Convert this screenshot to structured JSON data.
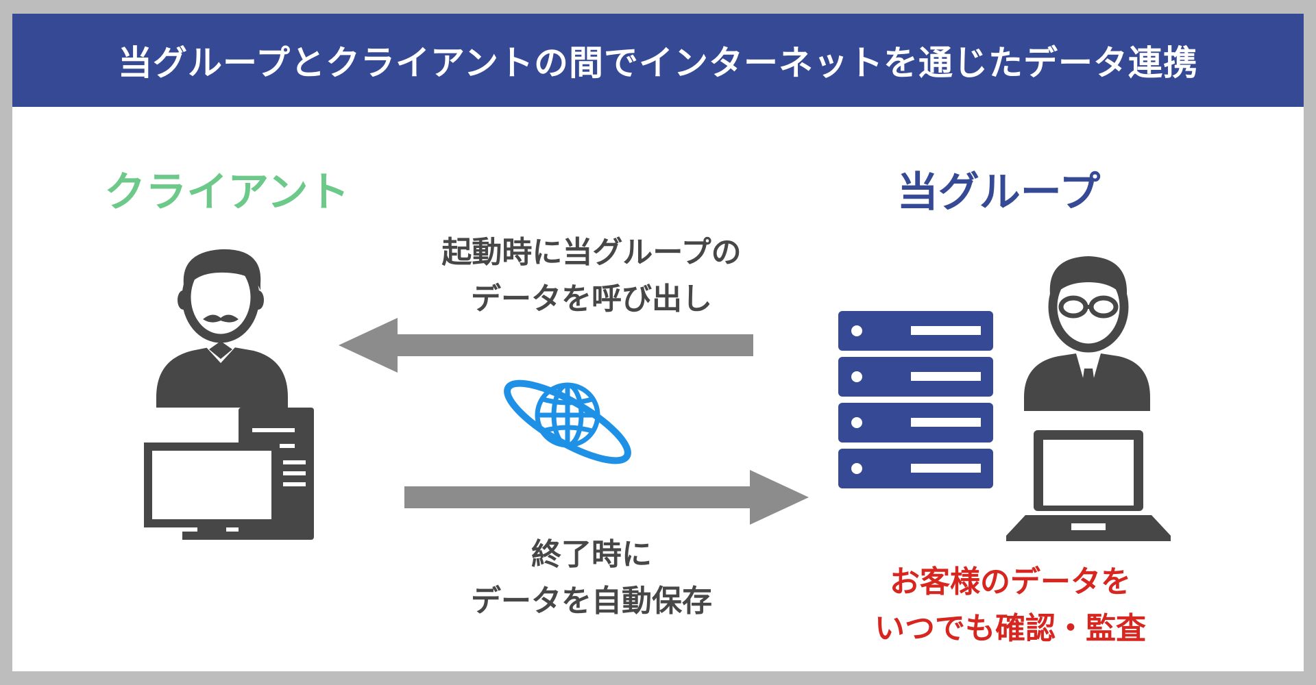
{
  "header": {
    "title": "当グループとクライアントの間でインターネットを通じたデータ連携"
  },
  "client": {
    "label": "クライアント"
  },
  "group": {
    "label": "当グループ"
  },
  "arrow_to_client": {
    "line1": "起動時に当グループの",
    "line2": "データを呼び出し"
  },
  "arrow_to_group": {
    "line1": "終了時に",
    "line2": "データを自動保存"
  },
  "group_note": {
    "line1": "お客様のデータを",
    "line2": "いつでも確認・監査"
  },
  "icons": {
    "client_person": "mustached-man-icon",
    "client_computer": "desktop-computer-icon",
    "group_person": "businessman-with-glasses-icon",
    "group_server": "server-rack-icon",
    "group_laptop": "laptop-icon",
    "internet": "globe-orbit-icon"
  },
  "colors": {
    "banner": "#354995",
    "client_label": "#6cc98a",
    "group_label": "#354995",
    "note": "#d7261f",
    "icon_gray": "#474747",
    "arrow": "#8c8c8c",
    "globe": "#1e90e6"
  }
}
